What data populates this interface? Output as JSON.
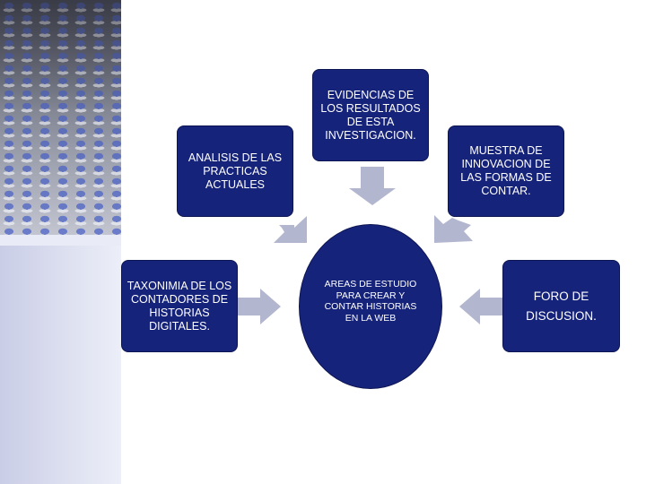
{
  "diagram": {
    "center": "AREAS DE ESTUDIO  PARA CREAR Y CONTAR HISTORIAS EN LA WEB",
    "top_box": "EVIDENCIAS  DE LOS RESULTADOS DE ESTA INVESTIGACION.",
    "left_top_box": "ANALISIS DE LAS PRACTICAS ACTUALES",
    "right_top_box": "MUESTRA DE INNOVACION DE LAS FORMAS DE CONTAR.",
    "left_box": "TAXONIMIA DE LOS CONTADORES DE HISTORIAS DIGITALES.",
    "right_box_line1": "FORO  DE",
    "right_box_line2": "DISCUSION."
  },
  "colors": {
    "box_fill": "#16237a",
    "arrow_fill": "#b3b6cf",
    "text": "#ffffff"
  }
}
